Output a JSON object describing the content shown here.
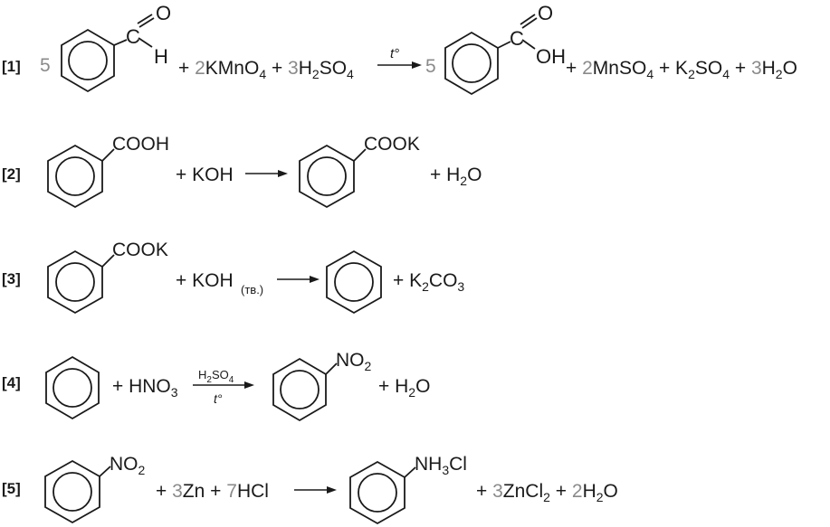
{
  "colors": {
    "ink": "#1a1a1a",
    "coefficient": "#8a8a8a"
  },
  "reactions": [
    {
      "label": "[1]",
      "reactant_coef": "5",
      "aldehyde": {
        "o": "O",
        "c": "C",
        "h": "H"
      },
      "terms_left": {
        "plus1": "+ ",
        "coef1": "2",
        "kmno4": "KMnO",
        "sub1": "4",
        "plus2": " + ",
        "coef2": "3",
        "h2so4_a": "H",
        "sub2": "2",
        "h2so4_b": "SO",
        "sub3": "4"
      },
      "condition_top": "t°",
      "product_coef": "5",
      "acid": {
        "o": "O",
        "c": "C",
        "oh": "OH"
      },
      "terms_right": {
        "plus1": "+ ",
        "coef1": "2",
        "mnso4": "MnSO",
        "sub1": "4",
        "plus2": " + ",
        "k": "K",
        "sub2": "2",
        "so4": "SO",
        "sub3": "4",
        "plus3": " + ",
        "coef3": "3",
        "h": "H",
        "sub4": "2",
        "o": "O"
      }
    },
    {
      "label": "[2]",
      "reactant_group": "COOH",
      "reagent": "+ KOH",
      "product_group": "COOK",
      "side": {
        "a": "+ H",
        "sub": "2",
        "b": "O"
      }
    },
    {
      "label": "[3]",
      "reactant_group": "COOK",
      "reagent": "+ KOH",
      "reagent_note": "(тв.)",
      "side": {
        "a": "+ K",
        "sub1": "2",
        "b": "CO",
        "sub2": "3"
      }
    },
    {
      "label": "[4]",
      "reagent": {
        "a": "+ HNO",
        "sub": "3"
      },
      "condition_top": {
        "a": "H",
        "sub1": "2",
        "b": "SO",
        "sub2": "4"
      },
      "condition_bottom": "t°",
      "product_group": {
        "a": "NO",
        "sub": "2"
      },
      "side": {
        "a": "+ H",
        "sub": "2",
        "b": "O"
      }
    },
    {
      "label": "[5]",
      "reactant_group": {
        "a": "NO",
        "sub": "2"
      },
      "reagent": {
        "plus1": "+ ",
        "coef1": "3",
        "zn": "Zn + ",
        "coef2": "7",
        "hcl": "HCl"
      },
      "product_group": {
        "a": "NH",
        "sub": "3",
        "b": "Cl"
      },
      "side": {
        "plus1": "+ ",
        "coef1": "3",
        "zncl": "ZnCl",
        "sub": "2",
        "plus2": " + ",
        "coef2": "2",
        "h": "H",
        "sub2": "2",
        "o": "O"
      }
    }
  ]
}
